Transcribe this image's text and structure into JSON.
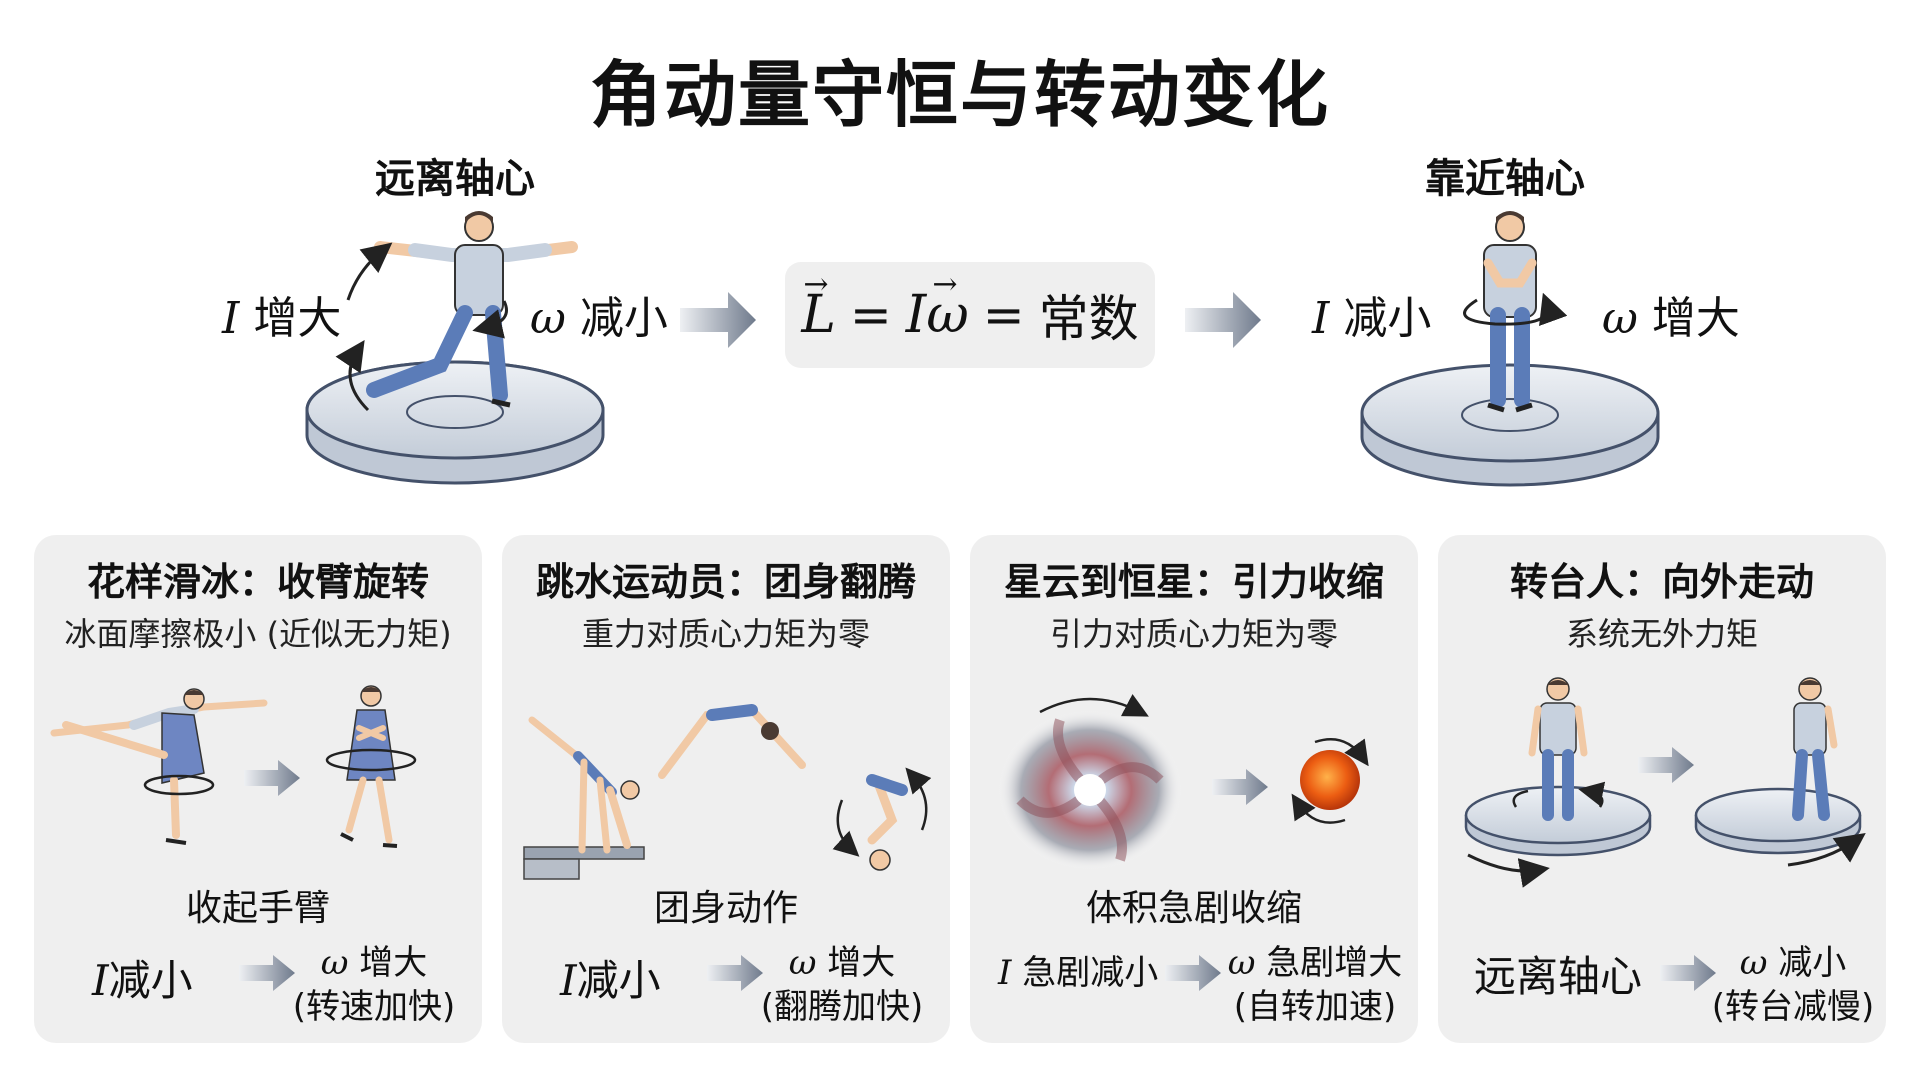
{
  "title": "角动量守恒与转动变化",
  "top": {
    "left_label": "远离轴心",
    "left_i_sym": "I",
    "left_i_text": "增大",
    "left_w_sym": "ω",
    "left_w_text": "减小",
    "formula_L": "L",
    "formula_eq1": "=",
    "formula_I": "I",
    "formula_w": "ω",
    "formula_eq2": "=",
    "formula_const": "常数",
    "right_label": "靠近轴心",
    "right_i_sym": "I",
    "right_i_text": "减小",
    "right_w_sym": "ω",
    "right_w_text": "增大"
  },
  "panels": [
    {
      "title": "花样滑冰：收臂旋转",
      "subtitle": "冰面摩擦极小 (近似无力矩)",
      "caption": "收起手臂",
      "left_sym": "I",
      "left_text": "减小",
      "right_sym": "ω",
      "right_text": "增大",
      "right_note": "(转速加快)"
    },
    {
      "title": "跳水运动员：团身翻腾",
      "subtitle": "重力对质心力矩为零",
      "caption": "团身动作",
      "left_sym": "I",
      "left_text": "减小",
      "right_sym": "ω",
      "right_text": "增大",
      "right_note": "(翻腾加快)"
    },
    {
      "title": "星云到恒星：引力收缩",
      "subtitle": "引力对质心力矩为零",
      "caption": "体积急剧收缩",
      "left_sym": "I",
      "left_text": "急剧减小",
      "right_sym": "ω",
      "right_text": "急剧增大",
      "right_note": "(自转加速)"
    },
    {
      "title": "转台人：向外走动",
      "subtitle": "系统无外力矩",
      "caption": "",
      "left_sym": "",
      "left_text": "远离轴心",
      "right_sym": "ω",
      "right_text": "减小",
      "right_note": "(转台减慢)"
    }
  ],
  "colors": {
    "panel_bg": "#efefef",
    "formula_bg": "#efefef",
    "arrow_gray": "#7b8595",
    "shirt": "#c7d1de",
    "pants": "#5b7cb8",
    "skin": "#f1c9a5",
    "hair": "#4a3a32",
    "platform": "#cfd6e0",
    "dress": "#6e86c2",
    "star": "#e0520f",
    "galaxy": "#b56b73"
  },
  "icons": [
    "right-arrow-icon",
    "rotation-arrow-icon",
    "galaxy-icon",
    "star-icon",
    "skater-icon",
    "diver-icon",
    "person-icon",
    "platform-icon",
    "diving-board-icon"
  ]
}
